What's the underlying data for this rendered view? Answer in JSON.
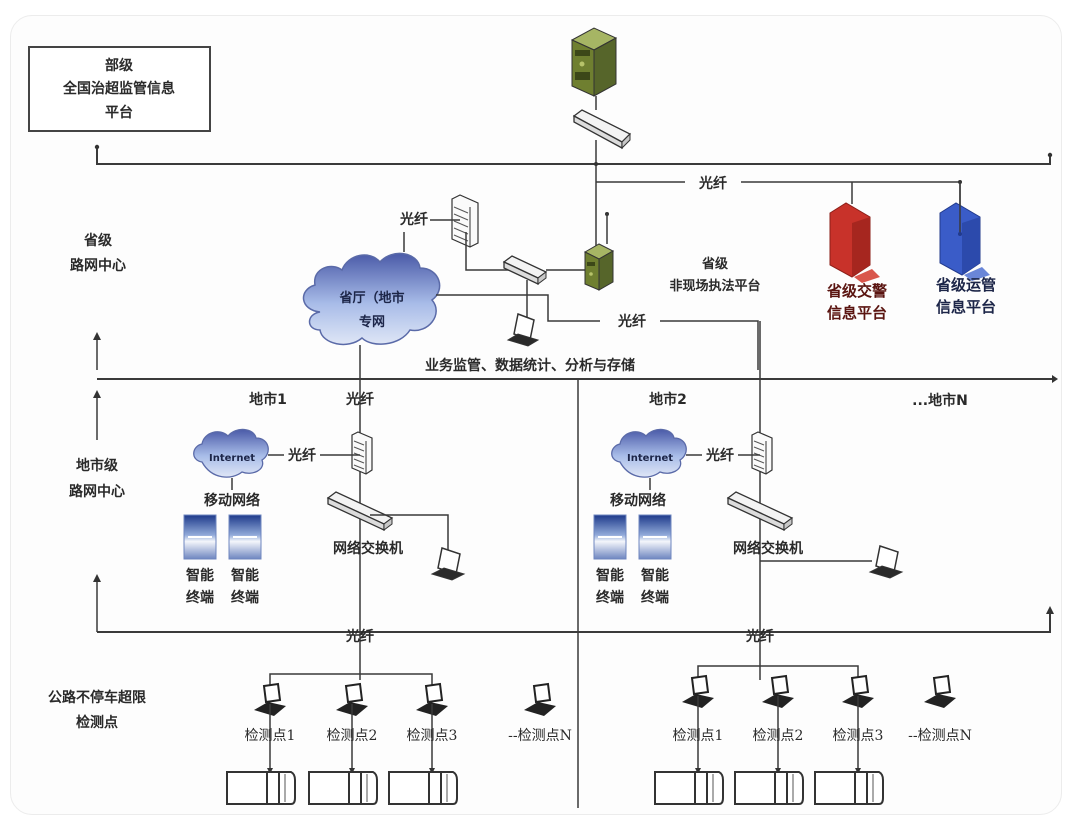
{
  "diagram": {
    "ministry_box": {
      "line1": "部级",
      "line2": "全国治超监管信息",
      "line3": "平台"
    },
    "levels": {
      "provincial": {
        "line1": "省级",
        "line2": "路网中心"
      },
      "municipal": {
        "line1": "地市级",
        "line2": "路网中心"
      },
      "checkpoints": {
        "line1": "公路不停车超限",
        "line2": "检测点"
      }
    },
    "fiber_label": "光纤",
    "provincial": {
      "cloud_line1": "省厅（地市",
      "cloud_line2": "专网",
      "enforcement_line1": "省级",
      "enforcement_line2": "非现场执法平台",
      "traffic_police_line1": "省级交警",
      "traffic_police_line2": "信息平台",
      "transport_line1": "省级运管",
      "transport_line2": "信息平台",
      "business_bar": "业务监管、数据统计、分析与存储"
    },
    "cities": [
      {
        "name": "地市1",
        "cloud": "Internet",
        "mobile_network": "移动网络",
        "terminal_line1": "智能",
        "terminal_line2": "终端",
        "switch_label": "网络交换机",
        "checkpoints": [
          "检测点1",
          "检测点2",
          "检测点3",
          "--检测点N"
        ]
      },
      {
        "name": "地市2",
        "cloud": "Internet",
        "mobile_network": "移动网络",
        "terminal_line1": "智能",
        "terminal_line2": "终端",
        "switch_label": "网络交换机",
        "checkpoints": [
          "检测点1",
          "检测点2",
          "检测点3",
          "--检测点N"
        ]
      }
    ],
    "city_n": "...地市N",
    "colors": {
      "server_green": "#7a8c3a",
      "traffic_police_red": "#c8322a",
      "transport_blue": "#3a5cc8",
      "cloud_blue": "#8aa6dc"
    }
  }
}
